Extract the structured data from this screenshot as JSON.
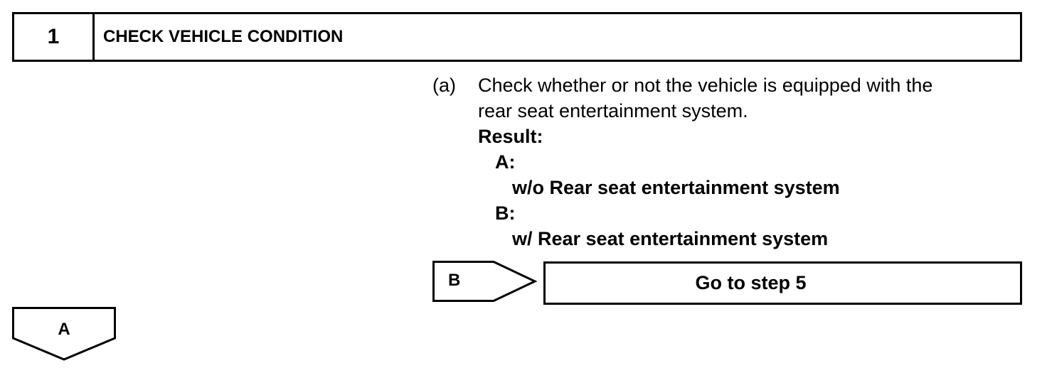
{
  "step": {
    "number": "1",
    "title": "CHECK VEHICLE CONDITION"
  },
  "instruction": {
    "marker": "(a)",
    "line1": "Check whether or not the vehicle is equipped with the",
    "line2": "rear seat entertainment system.",
    "result_label": "Result:",
    "results": [
      {
        "key": "A:",
        "description": "w/o Rear seat entertainment system"
      },
      {
        "key": "B:",
        "description": "w/ Rear seat entertainment system"
      }
    ]
  },
  "branches": {
    "b_label": "B",
    "b_target": "Go to step 5",
    "a_label": "A"
  }
}
